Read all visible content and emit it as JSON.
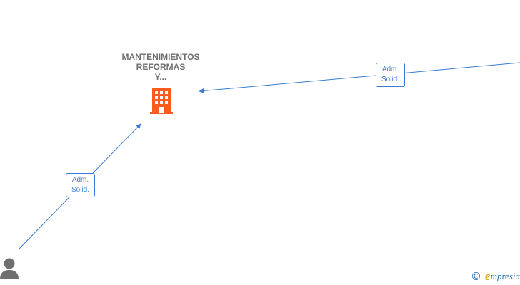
{
  "company": {
    "name_lines": [
      "MANTENIMIENTOS",
      "REFORMAS",
      "Y..."
    ],
    "icon": "building-icon",
    "color": "#ff5a1f"
  },
  "person": {
    "icon": "person-icon",
    "color": "#6f6f6f"
  },
  "edges": [
    {
      "label_lines": [
        "Adm.",
        "Solid."
      ],
      "from": "off-page-right",
      "to": "company"
    },
    {
      "label_lines": [
        "Adm.",
        "Solid."
      ],
      "from": "person",
      "to": "company"
    }
  ],
  "edge_color": "#3a7bd5",
  "footer": {
    "copyright_symbol": "©",
    "brand_initial": "e",
    "brand_rest": "mpresia",
    "initial_color": "#e8a317",
    "text_color": "#2a6db0"
  }
}
